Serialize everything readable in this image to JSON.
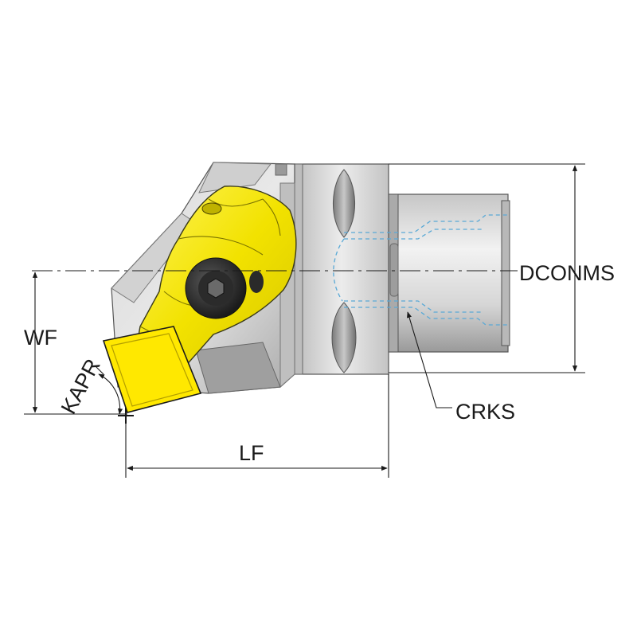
{
  "labels": {
    "dconms": "DCONMS",
    "wf": "WF",
    "kapr": "KAPR",
    "crks": "CRKS",
    "lf": "LF"
  },
  "colors": {
    "body_light": "#e3e3e3",
    "body_mid": "#c9c9c9",
    "body_dark": "#8e8e8e",
    "clamp_yellow": "#f2e500",
    "clamp_shadow": "#c9bb00",
    "insert_yellow": "#ffe800",
    "line": "#1a1a1a",
    "hidden_line": "#5aa9d6"
  },
  "icons": {
    "screw": "hex-socket-screw-icon",
    "tool_tip": "cross-mark-icon"
  }
}
